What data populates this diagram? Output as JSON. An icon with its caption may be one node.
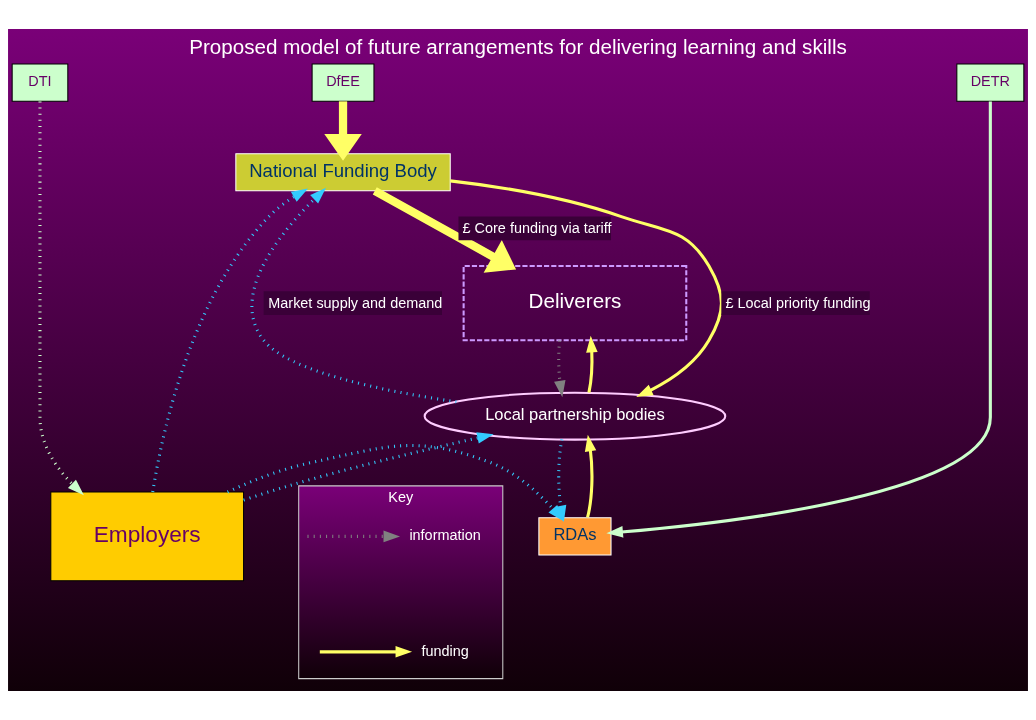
{
  "diagram": {
    "title": "Proposed model of future arrangements for delivering learning and skills",
    "nodes": [
      {
        "text": [
          "DfEE"
        ]
      },
      {
        "text": [
          "DTI"
        ]
      },
      {
        "text": [
          "DETR"
        ]
      },
      {
        "text": [
          "National Funding Body"
        ]
      },
      {
        "text": [
          "Employers"
        ]
      },
      {
        "text": [
          "RDAs"
        ]
      },
      {
        "text": [
          "Deliverers"
        ]
      },
      {
        "text": [
          "Local partnership bodies"
        ]
      },
      {
        "text": [
          "Key"
        ]
      }
    ],
    "edges": [
      {
        "from": 0,
        "to": 3,
        "arrow": "to",
        "style": "thick"
      },
      {
        "from": 1,
        "to": 4,
        "arrow": "to",
        "style": "dashed",
        "color": "#ccffcc"
      },
      {
        "from": 2,
        "to": 5,
        "arrow": "to",
        "color": "#ccffcc"
      },
      {
        "from": 3,
        "to": 6,
        "arrow": "to",
        "style": "thick",
        "label": "£ Core funding via tariff"
      },
      {
        "from": 3,
        "to": 7,
        "arrow": "to",
        "label": "£ Local priority funding"
      },
      {
        "from": 7,
        "to": 3,
        "arrow": "to",
        "style": "dashed",
        "color": "#33ccff",
        "label": "Market supply and demand"
      },
      {
        "from": 4,
        "to": 3,
        "arrow": "to",
        "style": "dashed",
        "color": "#33ccff"
      },
      {
        "from": 4,
        "to": 5,
        "arrow": "to",
        "style": "dashed",
        "color": "#33ccff"
      },
      {
        "from": 4,
        "to": 7,
        "arrow": "to",
        "style": "dashed",
        "color": "#33ccff"
      },
      {
        "from": 5,
        "to": 7,
        "arrow": "to"
      },
      {
        "from": 7,
        "to": 5,
        "arrow": "to",
        "style": "dashed",
        "color": "#33ccff"
      },
      {
        "from": 6,
        "to": 7,
        "arrow": "to",
        "style": "dashed",
        "color": "#808080"
      },
      {
        "from": 7,
        "to": 6,
        "arrow": "to"
      }
    ],
    "legend": [
      {
        "text": "information"
      },
      {
        "text": "funding"
      }
    ]
  }
}
